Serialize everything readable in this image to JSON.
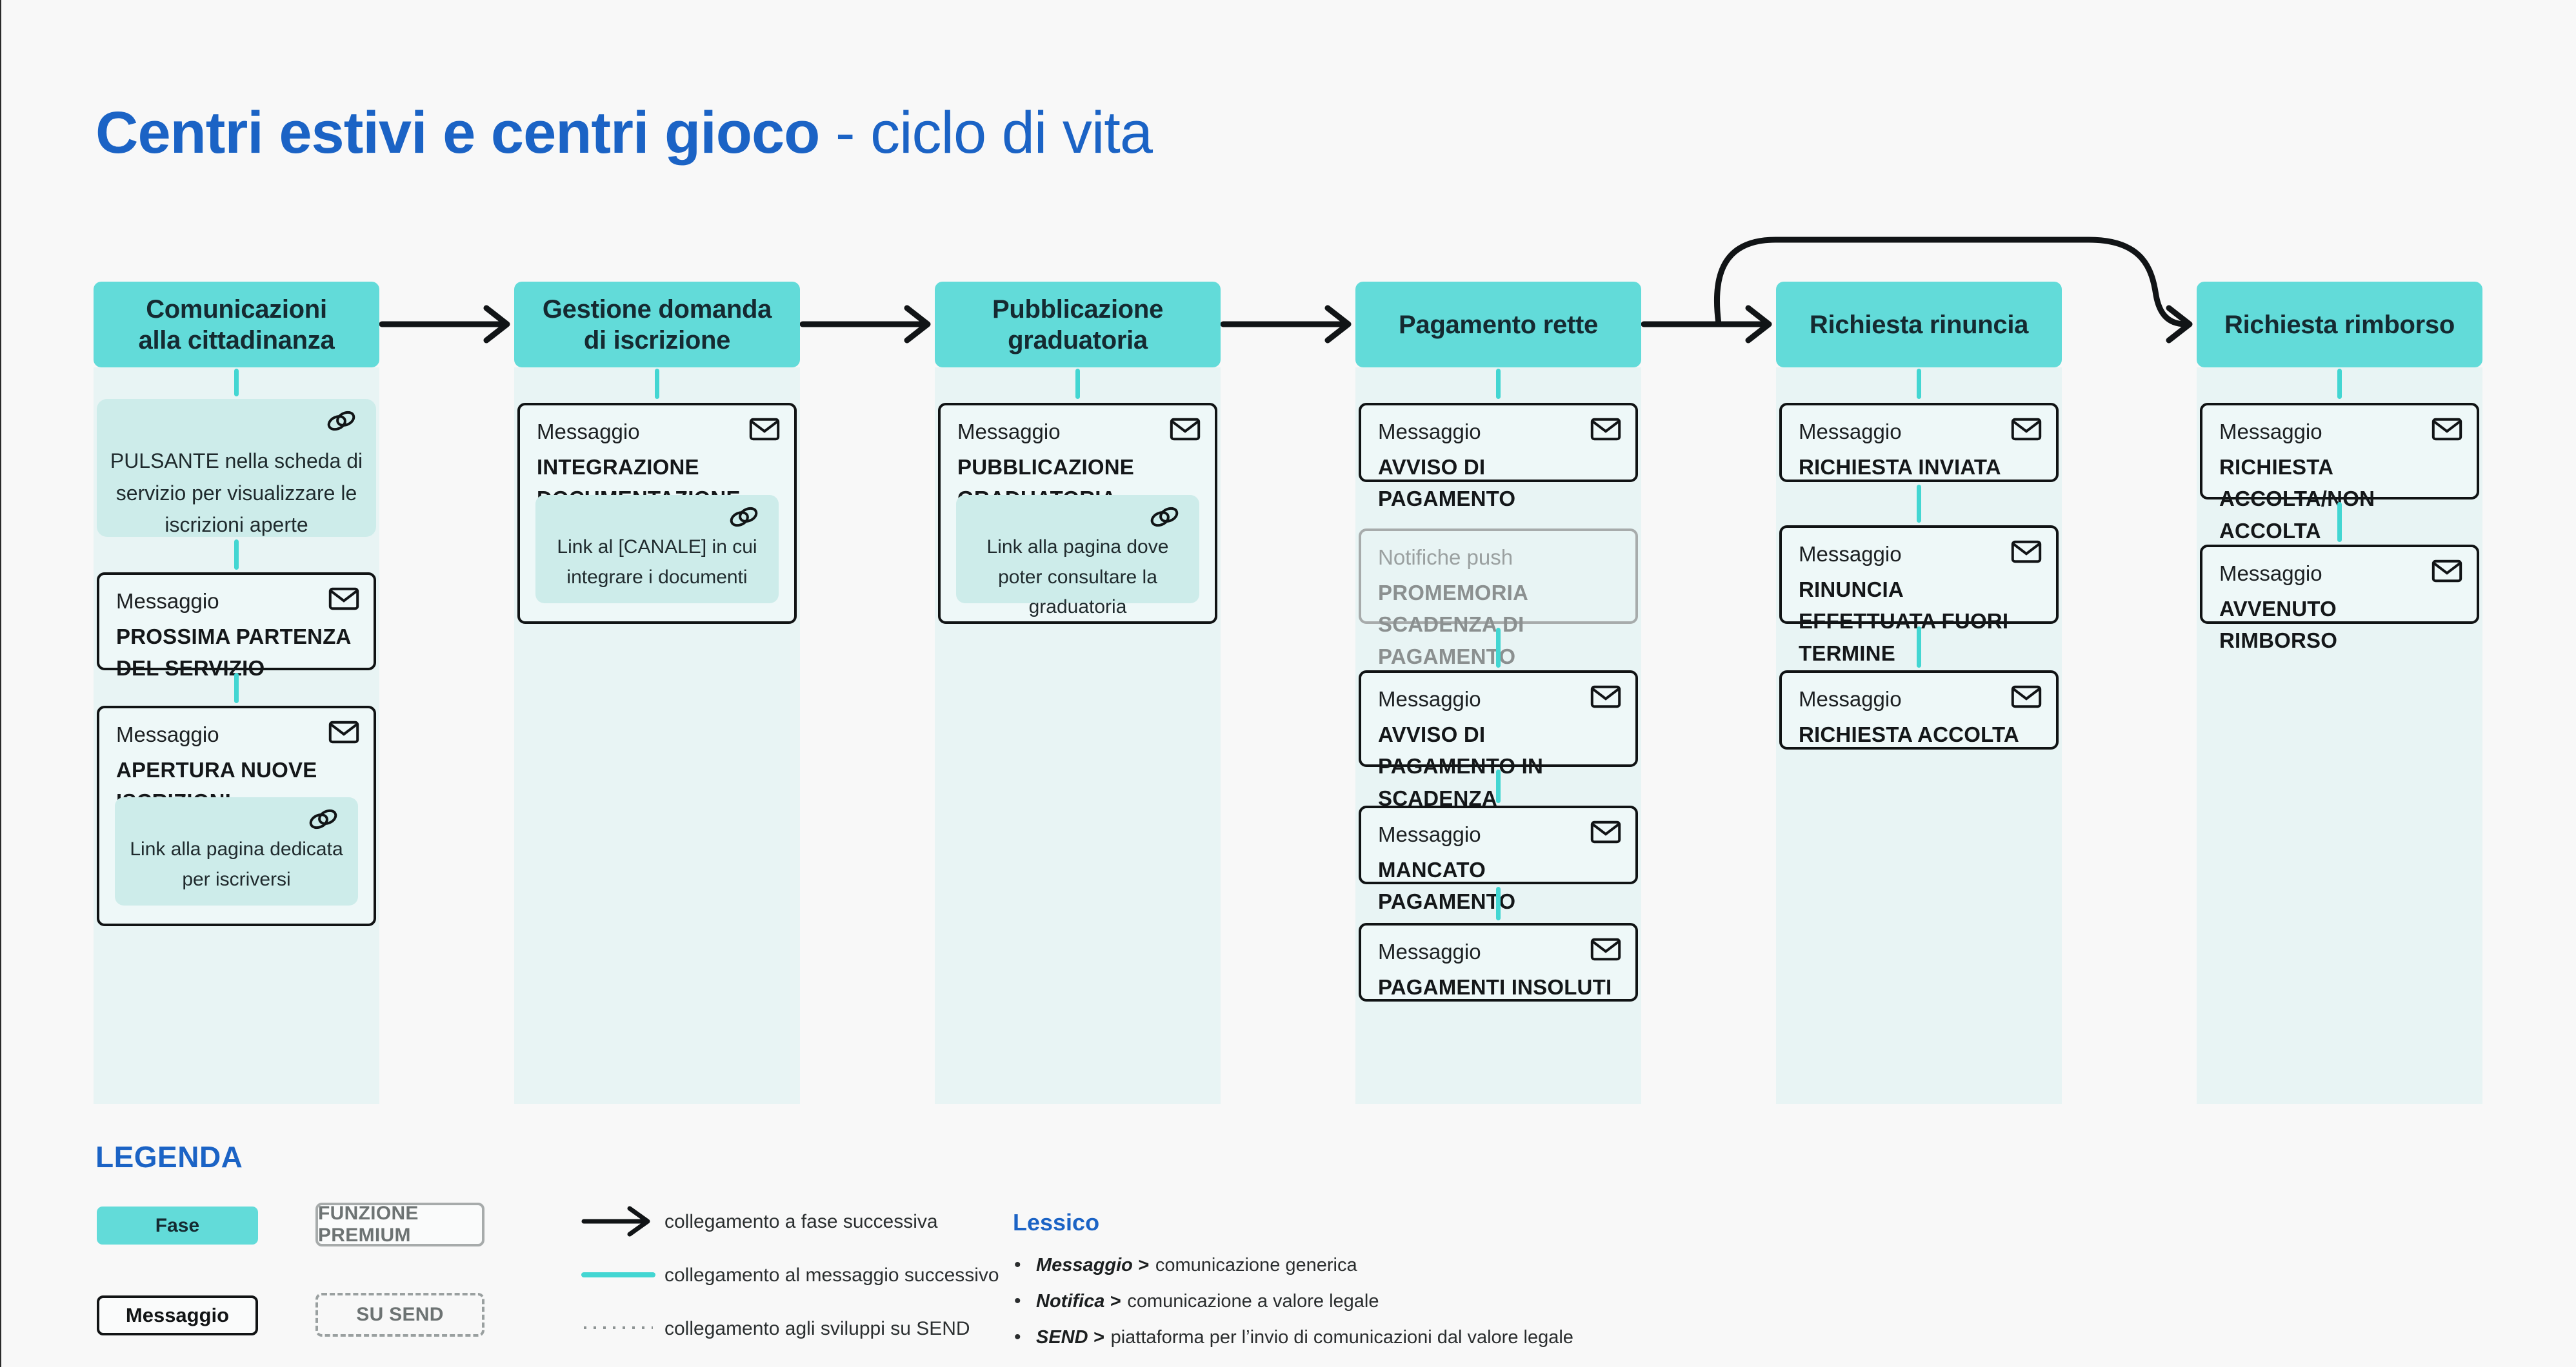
{
  "colors": {
    "page_background": "#f8f8f8",
    "title_blue": "#1b63c5",
    "phase_teal": "#62dbd9",
    "column_background": "#e8f4f4",
    "link_panel_teal": "#cdecea",
    "connector_teal": "#43d6d2",
    "message_border": "#101314",
    "premium_gray": "#a7abab",
    "notification_text_gray": "#8b9090"
  },
  "title": {
    "main": "Centri estivi e centri gioco",
    "sub": "- ciclo di vita"
  },
  "phases": [
    {
      "name": "Comunicazioni\nalla cittadinanza",
      "boxes": [
        {
          "kind": "link-panel",
          "text": "PULSANTE nella scheda di servizio per visualizzare le iscrizioni aperte"
        },
        {
          "kind": "message",
          "label": "Messaggio",
          "title": "PROSSIMA PARTENZA DEL SERVIZIO"
        },
        {
          "kind": "message",
          "label": "Messaggio",
          "title": "APERTURA NUOVE ISCRIZIONI",
          "link_note": "Link alla pagina dedicata per iscriversi"
        }
      ]
    },
    {
      "name": "Gestione domanda\ndi iscrizione",
      "boxes": [
        {
          "kind": "message",
          "label": "Messaggio",
          "title": "INTEGRAZIONE DOCUMENTAZIONE",
          "link_note": "Link al [CANALE] in cui integrare i documenti"
        }
      ]
    },
    {
      "name": "Pubblicazione\ngraduatoria",
      "boxes": [
        {
          "kind": "message",
          "label": "Messaggio",
          "title": "PUBBLICAZIONE GRADUATORIA",
          "link_note": "Link alla pagina dove poter consultare la graduatoria"
        }
      ]
    },
    {
      "name": "Pagamento rette",
      "boxes": [
        {
          "kind": "message",
          "label": "Messaggio",
          "title": "AVVISO DI PAGAMENTO"
        },
        {
          "kind": "notification",
          "label": "Notifiche push",
          "title": "PROMEMORIA SCADENZA DI PAGAMENTO"
        },
        {
          "kind": "message",
          "label": "Messaggio",
          "title": "AVVISO DI PAGAMENTO IN SCADENZA"
        },
        {
          "kind": "message",
          "label": "Messaggio",
          "title": "MANCATO PAGAMENTO"
        },
        {
          "kind": "message",
          "label": "Messaggio",
          "title": "PAGAMENTI INSOLUTI"
        }
      ]
    },
    {
      "name": "Richiesta rinuncia",
      "boxes": [
        {
          "kind": "message",
          "label": "Messaggio",
          "title": "RICHIESTA INVIATA"
        },
        {
          "kind": "message",
          "label": "Messaggio",
          "title": "RINUNCIA EFFETTUATA FUORI TERMINE"
        },
        {
          "kind": "message",
          "label": "Messaggio",
          "title": "RICHIESTA ACCOLTA"
        }
      ]
    },
    {
      "name": "Richiesta rimborso",
      "boxes": [
        {
          "kind": "message",
          "label": "Messaggio",
          "title": "RICHIESTA ACCOLTA/NON ACCOLTA"
        },
        {
          "kind": "message",
          "label": "Messaggio",
          "title": "AVVENUTO RIMBORSO"
        }
      ]
    }
  ],
  "legend": {
    "heading": "LEGENDA",
    "fase": "Fase",
    "premium": "FUNZIONE PREMIUM",
    "messaggio": "Messaggio",
    "send": "SU SEND",
    "connectors": [
      "collegamento a fase successiva",
      "collegamento al messaggio successivo",
      "collegamento agli sviluppi su SEND"
    ],
    "lessico": {
      "heading": "Lessico",
      "entries": [
        {
          "term": "Messaggio >",
          "text": "comunicazione generica"
        },
        {
          "term": "Notifica >",
          "text": "comunicazione a valore legale"
        },
        {
          "term": "SEND >",
          "text": "piattaforma per l’invio di comunicazioni dal valore legale"
        }
      ]
    }
  }
}
